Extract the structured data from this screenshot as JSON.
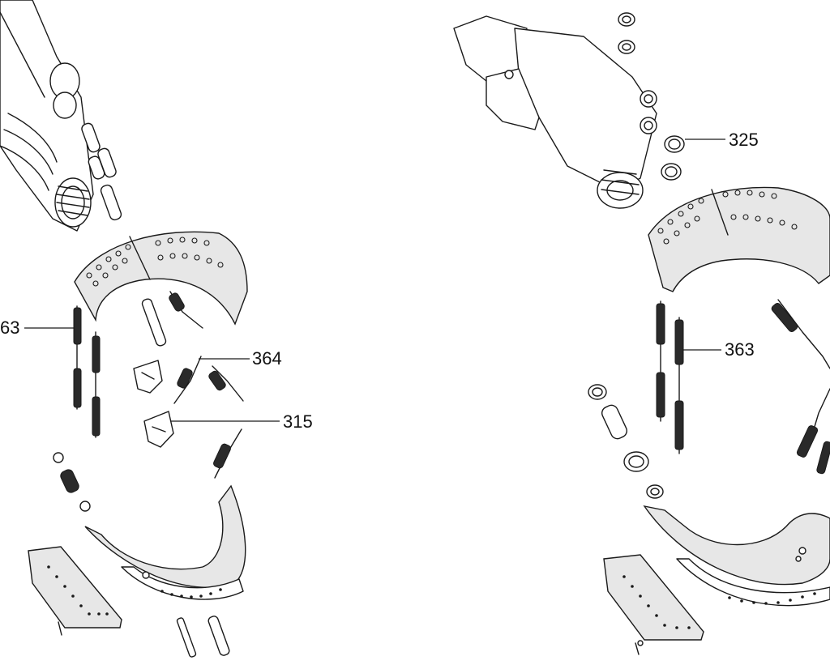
{
  "callouts": {
    "left_363": "63",
    "left_364": "364",
    "left_315": "315",
    "right_325": "325",
    "right_363": "363"
  }
}
